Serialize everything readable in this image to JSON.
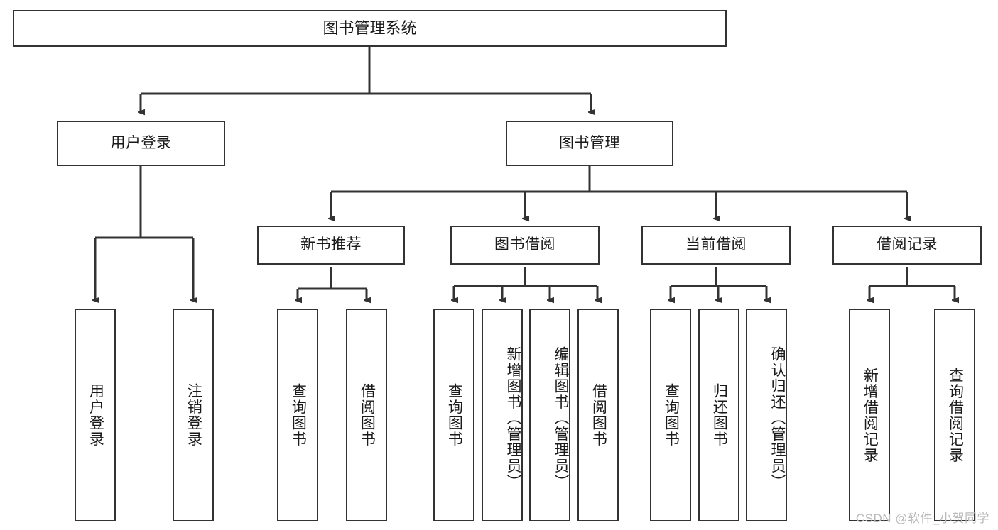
{
  "diagram": {
    "type": "tree-hierarchy",
    "title": "图书管理系统",
    "orientation": "top-down",
    "colors": {
      "box_border": "#333333",
      "box_fill": "#ffffff",
      "text": "#1a1a1a",
      "connector": "#333333",
      "watermark": "#b9b9b9"
    },
    "root": {
      "label": "图书管理系统"
    },
    "level2": [
      {
        "label": "用户登录"
      },
      {
        "label": "图书管理"
      }
    ],
    "level3": [
      {
        "label": "新书推荐"
      },
      {
        "label": "图书借阅"
      },
      {
        "label": "当前借阅"
      },
      {
        "label": "借阅记录"
      }
    ],
    "leaves": {
      "user_login": [
        {
          "label": "用户登录"
        },
        {
          "label": "注销登录"
        }
      ],
      "new_book_recommend": [
        {
          "label": "查询图书"
        },
        {
          "label": "借阅图书"
        }
      ],
      "book_borrow": [
        {
          "label": "查询图书"
        },
        {
          "label": "新增图书（管理员）"
        },
        {
          "label": "编辑图书（管理员）"
        },
        {
          "label": "借阅图书"
        }
      ],
      "current_borrow": [
        {
          "label": "查询图书"
        },
        {
          "label": "归还图书"
        },
        {
          "label": "确认归还（管理员）"
        }
      ],
      "borrow_record": [
        {
          "label": "新增借阅记录"
        },
        {
          "label": "查询借阅记录"
        }
      ]
    }
  },
  "watermark": {
    "text": "CSDN @软件_小贺同学"
  }
}
